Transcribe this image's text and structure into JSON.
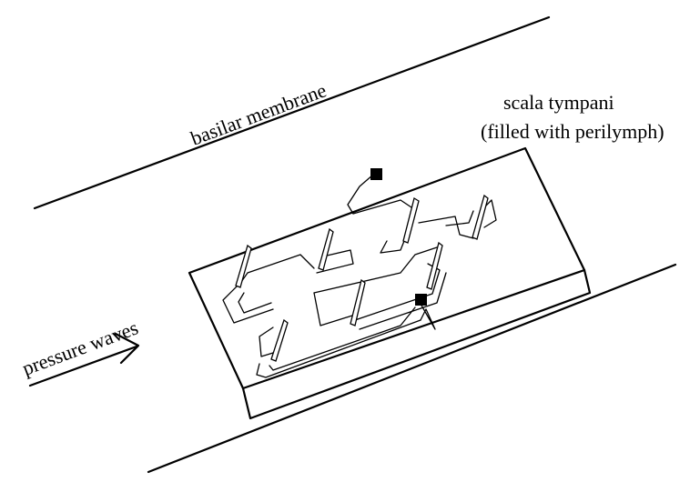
{
  "labels": {
    "membrane": "basilar membrane",
    "scala_line1": "scala tympani",
    "scala_line2": "(filled with perilymph)",
    "pressure": "pressure waves"
  }
}
